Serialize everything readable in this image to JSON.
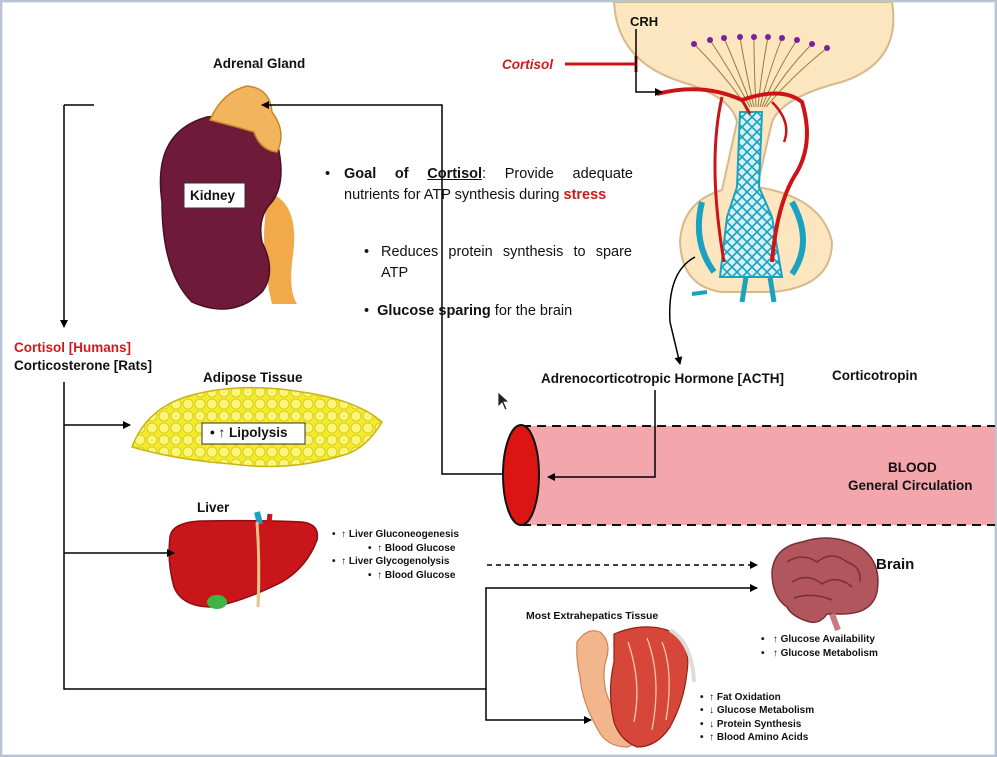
{
  "labels": {
    "adrenal_gland": "Adrenal Gland",
    "kidney": "Kidney",
    "crh": "CRH",
    "cortisol_inhibit": "Cortisol",
    "cortisol_humans": "Cortisol [Humans]",
    "corticosterone_rats": "Corticosterone [Rats]",
    "adipose_tissue": "Adipose Tissue",
    "lipolysis": "• ↑ Lipolysis",
    "acth": "Adrenocorticotropic Hormone [ACTH]",
    "corticotropin": "Corticotropin",
    "blood": "BLOOD",
    "general_circulation": "General Circulation",
    "liver": "Liver",
    "brain": "Brain",
    "muscle": "Most Extrahepatics Tissue"
  },
  "goal": {
    "title": "Goal of",
    "title_underlined": "Cortisol",
    "text": ":  Provide adequate nutrients for ATP synthesis during",
    "stress": "stress",
    "bullet1": "Reduces protein synthesis to spare ATP",
    "bullet2_bold": "Glucose sparing",
    "bullet2_rest": " for the brain"
  },
  "liver_effects": [
    "↑ Liver Gluconeogenesis",
    "↑ Blood Glucose",
    "↑ Liver Glycogenolysis",
    "↑ Blood Glucose"
  ],
  "brain_effects": [
    "↑ Glucose Availability",
    "↑ Glucose Metabolism"
  ],
  "muscle_effects": [
    "↑ Fat Oxidation",
    "↓ Glucose Metabolism",
    "↓ Protein Synthesis",
    "↑ Blood Amino Acids"
  ],
  "colors": {
    "accent_red": "#d01a1a",
    "kidney": "#6e1a38",
    "adrenal": "#f2b45c",
    "fat": "#f5ee3a",
    "liver": "#c8161b",
    "blood_vessel": "#f3a6ab",
    "pituitary": "#fbe6bf",
    "capillary": "#1aa2c0"
  }
}
